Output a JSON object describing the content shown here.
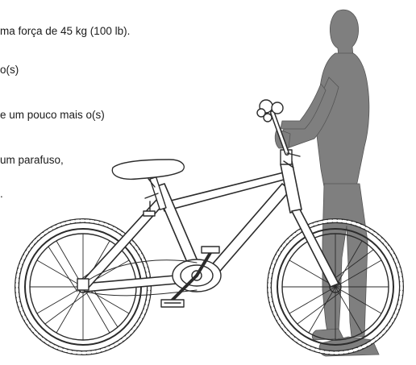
{
  "instructions": {
    "lines": [
      "ma força de 45 kg (100 lb).",
      "o(s)",
      "e um pouco mais o(s)",
      "um parafuso,",
      "."
    ]
  },
  "illustration": {
    "person_color": "#7f7f7f",
    "bike_stroke_color": "#2b2b2b"
  }
}
